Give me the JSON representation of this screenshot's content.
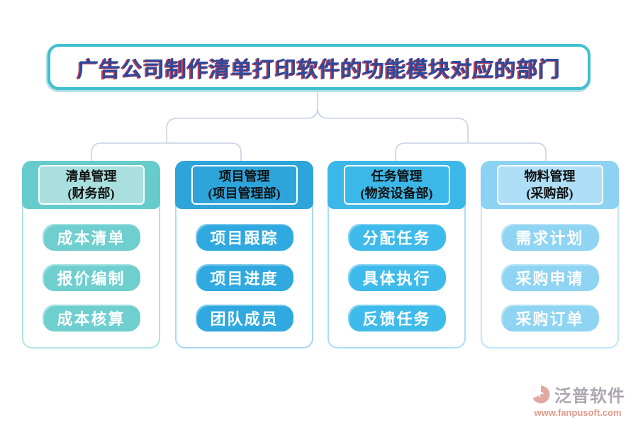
{
  "theme": {
    "title_border": "#3EC0CF",
    "title_text": "#2B4A9C",
    "title_shadow": "#C43A50",
    "connector": "#C9D2E4",
    "logo_text": "#A59CA8",
    "logo_url": "#DE8E7E",
    "logo_icon": "#DFA09A"
  },
  "title": {
    "text": "广告公司制作清单打印软件的功能模块对应的部门"
  },
  "columns": [
    {
      "module": "清单管理",
      "dept": "(财务部)",
      "items": [
        "成本清单",
        "报价编制",
        "成本核算"
      ],
      "colors": {
        "cap": "#66CBCB",
        "label": "#A9DFDE",
        "border": "#AFE3E3",
        "pill": "#6FCFCF"
      }
    },
    {
      "module": "项目管理",
      "dept": "(项目管理部)",
      "items": [
        "项目跟踪",
        "项目进度",
        "团队成员"
      ],
      "colors": {
        "cap": "#2DA4DA",
        "label": "#2DA4DA",
        "border": "#A8D9F0",
        "pill": "#2FA9DF"
      }
    },
    {
      "module": "任务管理",
      "dept": "(物资设备部)",
      "items": [
        "分配任务",
        "具体执行",
        "反馈任务"
      ],
      "colors": {
        "cap": "#3BB7E8",
        "label": "#3BB7E8",
        "border": "#ABDEF5",
        "pill": "#3EBBEB"
      }
    },
    {
      "module": "物料管理",
      "dept": "(采购部)",
      "items": [
        "需求计划",
        "采购申请",
        "采购订单"
      ],
      "colors": {
        "cap": "#8DD2F2",
        "label": "#AEDFF7",
        "border": "#BFE6F8",
        "pill": "#8FD4F3"
      }
    }
  ],
  "logo": {
    "name": "泛普软件",
    "url": "www.fanpusoft.com"
  }
}
